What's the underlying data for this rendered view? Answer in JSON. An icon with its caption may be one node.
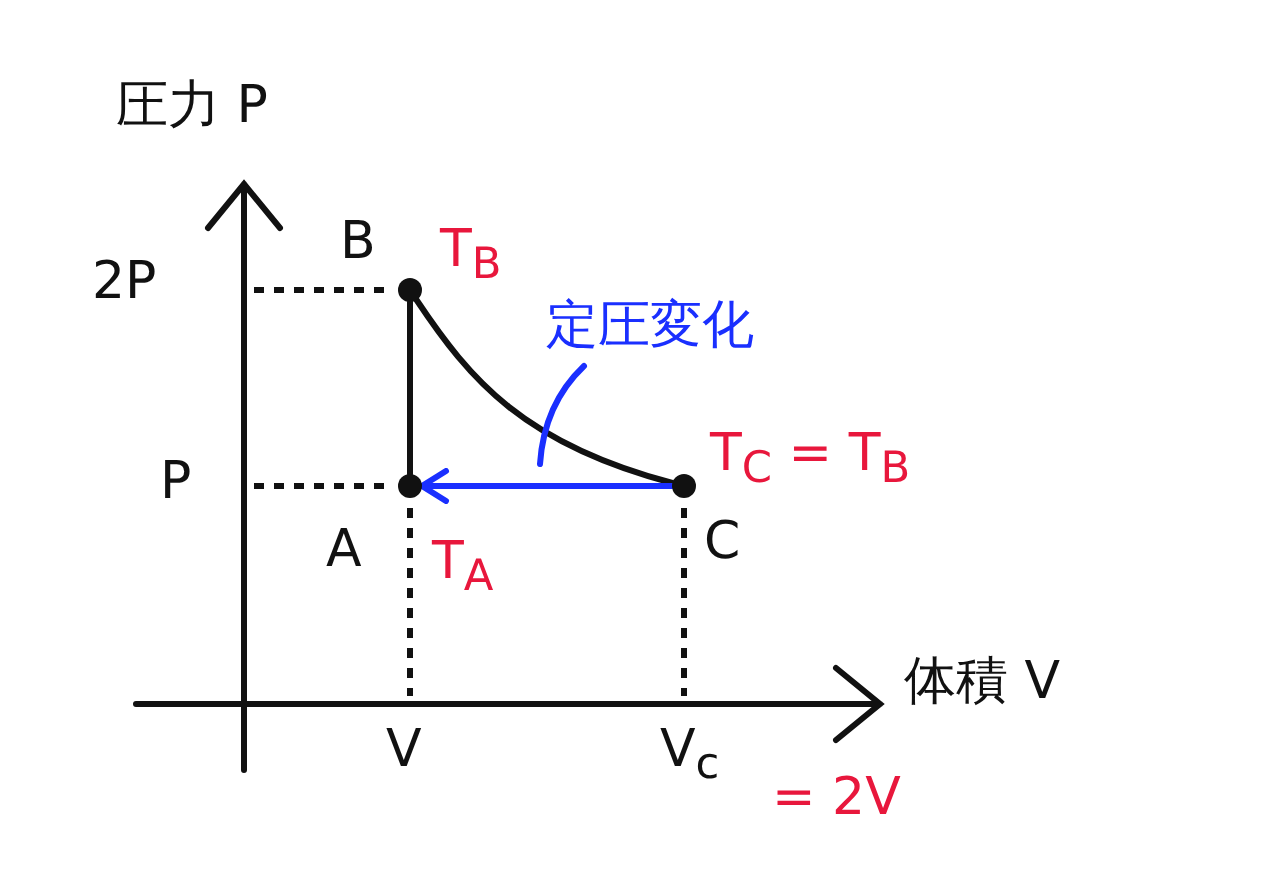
{
  "diagram": {
    "nodes": [
      {
        "text": [
          "B"
        ],
        "beside": [
          "T$_{B}$"
        ]
      },
      {
        "text": [
          "A"
        ],
        "beside": [
          "T$_{A}$"
        ]
      },
      {
        "text": [
          "C"
        ],
        "beside": [
          "T$_{C}$ = T$_{B}$"
        ]
      },
      {
        "text": [
          "定圧変化"
        ]
      }
    ],
    "edges": [
      {
        "from": 0,
        "to": 1,
        "arrow": "none"
      },
      {
        "from": 0,
        "to": 2,
        "arrow": "none"
      },
      {
        "from": 2,
        "to": 1,
        "arrow": "to",
        "color": "#1a2fff"
      },
      {
        "from": 3,
        "to": null,
        "arrow": "none",
        "color": "#1a2fff"
      }
    ],
    "labels": [
      "圧力 P",
      "2P",
      "P",
      "体積 V",
      "V",
      "V$_{c}$",
      "= 2V"
    ]
  }
}
